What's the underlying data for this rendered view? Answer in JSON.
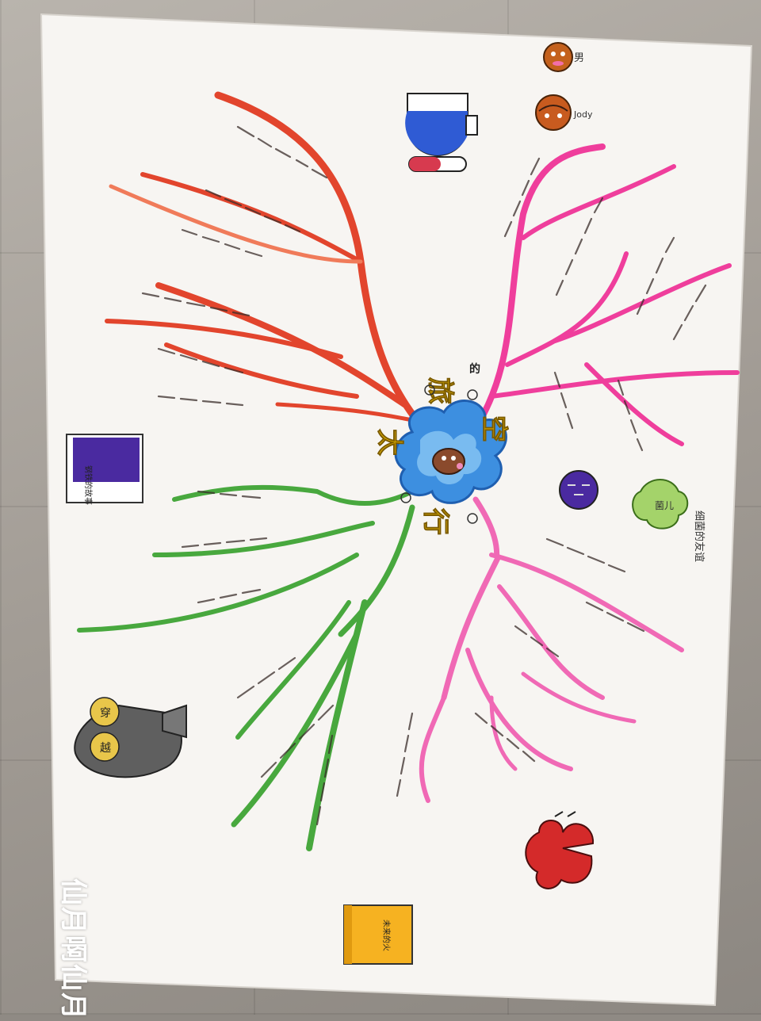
{
  "photo": {
    "subject": "hand-drawn mind map on paper",
    "center_title_chars": [
      "太",
      "空",
      "旅",
      "行"
    ],
    "center_badge": "的",
    "watermark": "仙月啊仙月",
    "sticker_labels": {
      "boy_top": "男",
      "boy_second": "Jody",
      "book_top": "钢铁的故事",
      "green_label": "菌儿",
      "green_note": "细菌的友谊",
      "bag_char_top": "穿",
      "bag_char_bottom": "越",
      "yellow_book": "未来的火"
    }
  },
  "colors": {
    "red_branch": "#e2452d",
    "pink_branch": "#ef3e9c",
    "green_branch": "#48a83e",
    "center_blue": "#2f83d8",
    "paper": "#f6f4f1"
  }
}
